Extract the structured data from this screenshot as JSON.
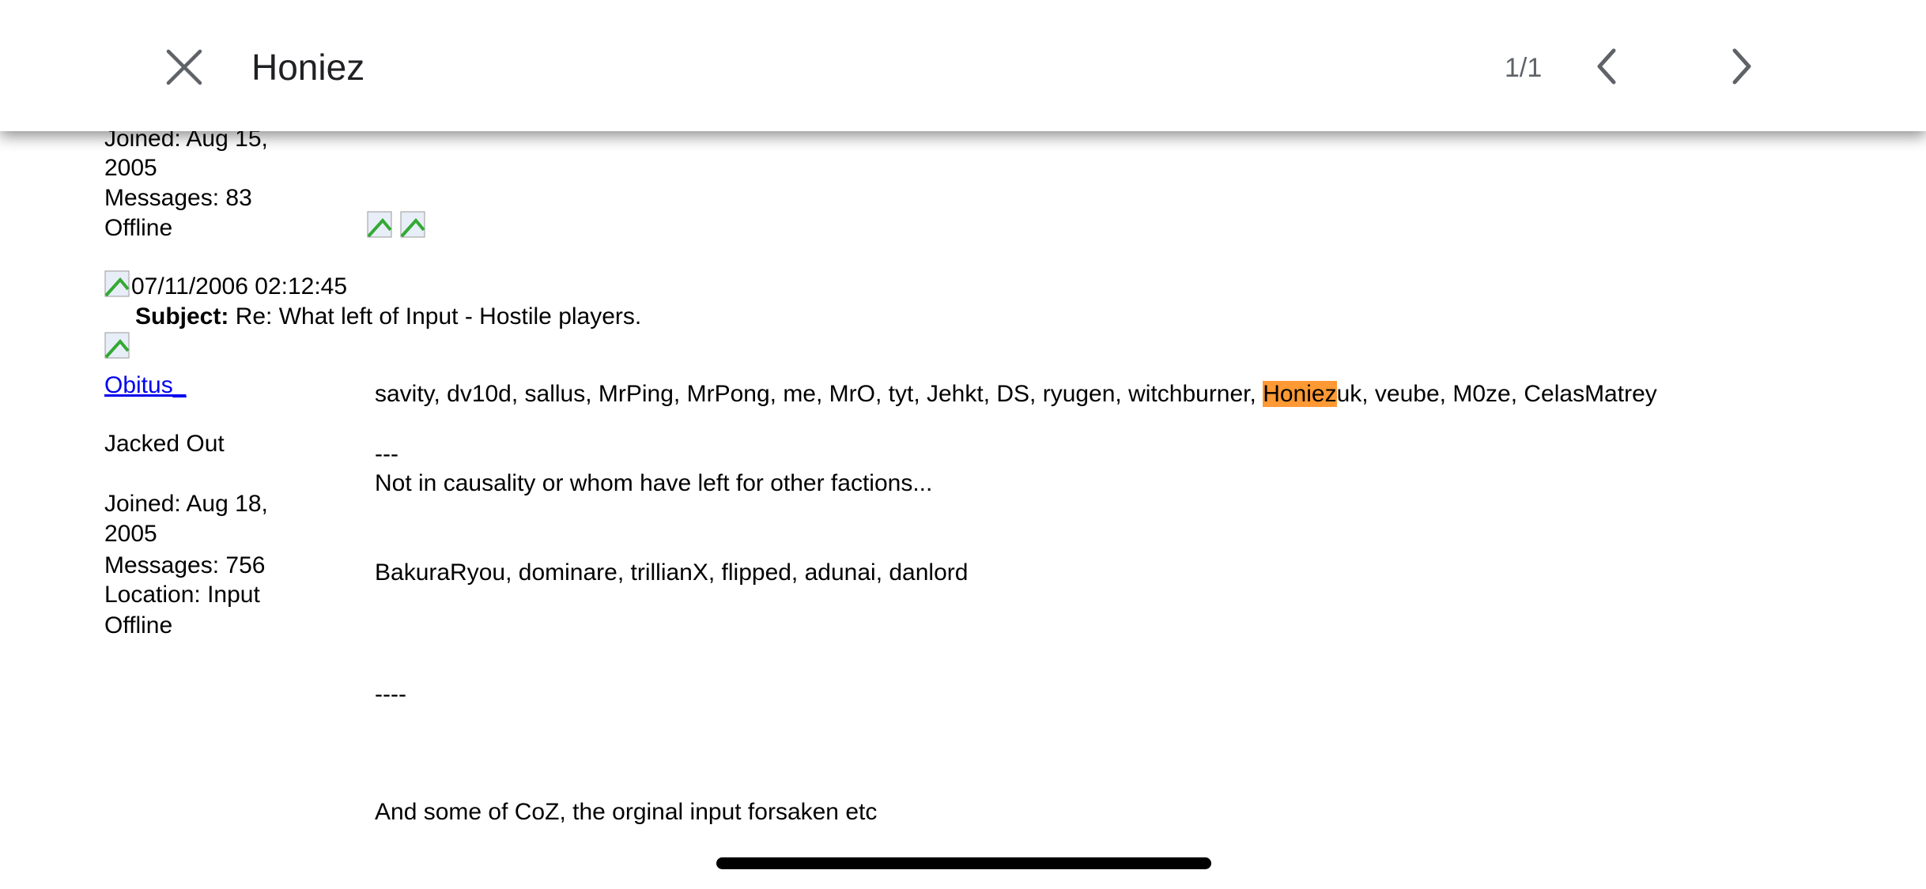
{
  "find_bar": {
    "query": "Honiez",
    "match_count": "1/1"
  },
  "post1_profile": {
    "joined": "Joined: Aug 15,",
    "joined_year": "2005",
    "messages": "Messages: 83",
    "status": "Offline"
  },
  "post2": {
    "timestamp": "07/11/2006 02:12:45",
    "subject_label": "Subject:",
    "subject": "Re: What left of Input - Hostile players.",
    "author": "Obitus_",
    "rank": "Jacked Out",
    "joined": "Joined: Aug 18,",
    "joined_year": "2005",
    "messages": "Messages: 756",
    "location": "Location: Input",
    "status": "Offline",
    "body": {
      "line1_before": "savity, dv10d, sallus, MrPing, MrPong, me, MrO, tyt, Jehkt, DS, ryugen, witchburner, ",
      "line1_match": "Honiez",
      "line1_after": "uk, veube, M0ze, CelasMatrey",
      "sep1": "---",
      "line2": "Not in causality or whom have left for other factions...",
      "line3": "BakuraRyou, dominare, trillianX, flipped, adunai, danlord",
      "sep2": "----",
      "line4": "And some of CoZ, the orginal input forsaken etc"
    }
  },
  "colors": {
    "highlight": "#ff9933",
    "link": "#0000ee"
  }
}
